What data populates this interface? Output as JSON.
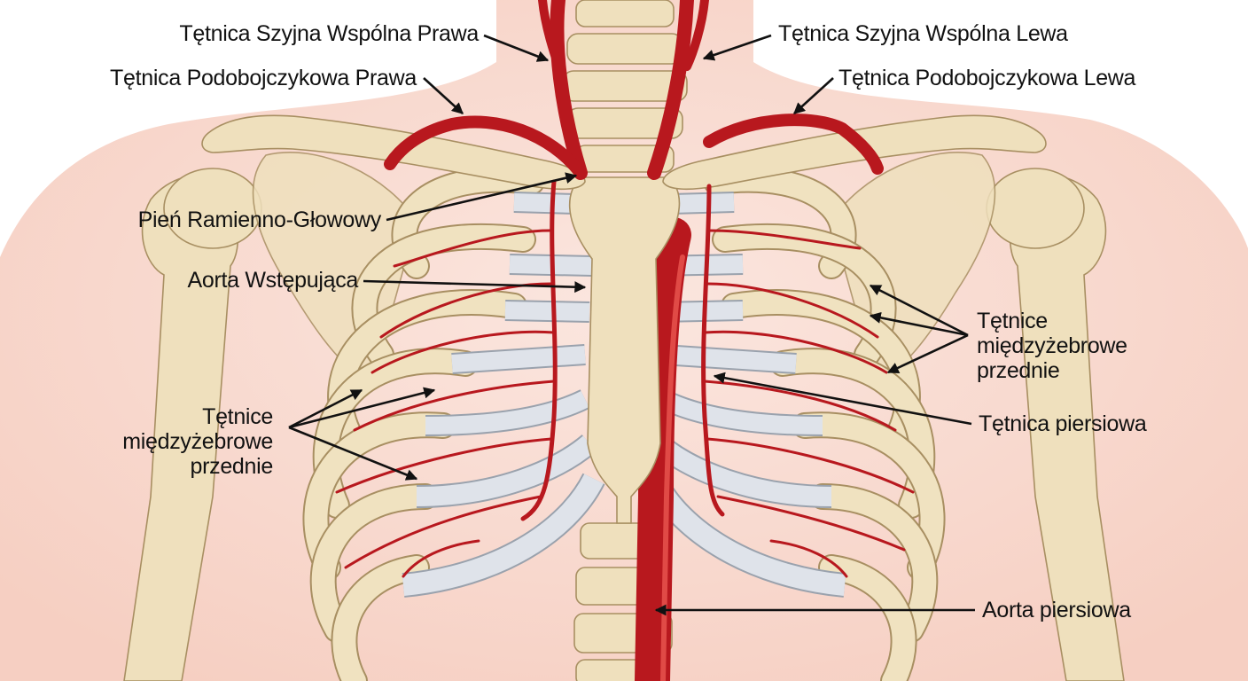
{
  "labels": {
    "carotid_right": "Tętnica Szyjna Wspólna Prawa",
    "carotid_left": "Tętnica Szyjna Wspólna Lewa",
    "subclavian_right": "Tętnica Podobojczykowa Prawa",
    "subclavian_left": "Tętnica Podobojczykowa Lewa",
    "brachiocephalic": "Pień Ramienno-Głowowy",
    "ascending_aorta": "Aorta Wstępująca",
    "intercostal_right": [
      "Tętnice",
      "międzyżebrowe",
      "przednie"
    ],
    "intercostal_left": [
      "Tętnice",
      "międzyżebrowe",
      "przednie"
    ],
    "thoracic_artery": "Tętnica piersiowa",
    "thoracic_aorta": "Aorta piersiowa"
  },
  "colors": {
    "skin": "#f8d9cf",
    "bone": "#efe0bd",
    "cartilage": "#dfe3ea",
    "artery": "#b8181e",
    "text": "#111111"
  }
}
